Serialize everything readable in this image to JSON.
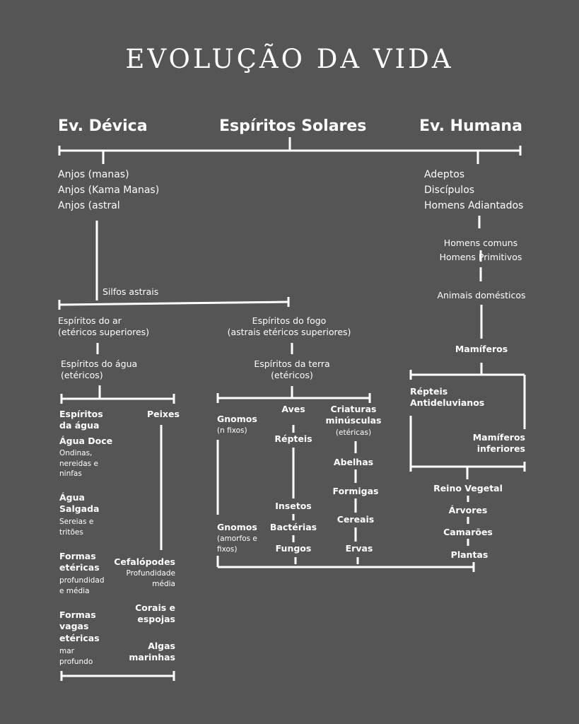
{
  "title": "EVOLUÇÃO DA VIDA",
  "headers": {
    "devica": "Ev. Dévica",
    "solares": "Espíritos Solares",
    "humana": "Ev. Humana"
  },
  "devica": {
    "anjos": [
      "Anjos (manas)",
      "Anjos (Kama Manas)",
      "Anjos (astral"
    ],
    "silfos": "Silfos astrais",
    "ar": [
      "Espíritos do ar",
      "(etéricos superiores)"
    ],
    "fogo": [
      "Espíritos do fogo",
      "(astrais etéricos superiores)"
    ],
    "agua": [
      "Espíritos do água",
      "(etéricos)"
    ],
    "terra": [
      "Espíritos da terra",
      "(etéricos)"
    ]
  },
  "water": {
    "espiritos": [
      "Espíritos",
      "da água"
    ],
    "doce": "Água Doce",
    "doce_desc": [
      "Ondinas,",
      "nereidas e",
      "ninfas"
    ],
    "salgada": [
      "Água",
      "Salgada"
    ],
    "salgada_desc": [
      "Sereias e",
      "tritões"
    ],
    "formas": [
      "Formas",
      "etéricas"
    ],
    "formas_desc": [
      "profundidad",
      "e média"
    ],
    "vagas": [
      "Formas",
      "vagas",
      "etéricas"
    ],
    "vagas_desc": [
      "mar",
      "profundo"
    ],
    "peixes": "Peixes",
    "cefalopodes": "Cefalópodes",
    "cefalopodes_desc": [
      "Profundidade",
      "média"
    ],
    "corais": [
      "Corais e",
      "espojas"
    ],
    "algas": [
      "Algas",
      "marinhas"
    ]
  },
  "earth": {
    "gnomos1": "Gnomos",
    "gnomos1_desc": "(n fixos)",
    "gnomos2": "Gnomos",
    "gnomos2_desc": [
      "(amorfos e",
      "fixos)"
    ],
    "aves": "Aves",
    "repteis": "Répteis",
    "insetos": "Insetos",
    "bacterias": "Bactérias",
    "fungos": "Fungos",
    "criaturas": [
      "Criaturas",
      "minúsculas"
    ],
    "criaturas_desc": "(etéricas)",
    "abelhas": "Abelhas",
    "formigas": "Formigas",
    "cereais": "Cereais",
    "ervas": "Ervas"
  },
  "humana": {
    "top": [
      "Adeptos",
      "Discípulos",
      "Homens Adiantados"
    ],
    "comuns": [
      "Homens comuns",
      "Homens Primitivos"
    ],
    "animais": "Animais domésticos",
    "mamiferos": "Mamíferos",
    "repteis": [
      "Répteis",
      "Antideluvianos"
    ],
    "mam_inf": [
      "Mamíferos",
      "inferiores"
    ],
    "vegetal": "Reino Vegetal",
    "arvores": "Árvores",
    "camaroes": "Camarões",
    "plantas": "Plantas"
  }
}
